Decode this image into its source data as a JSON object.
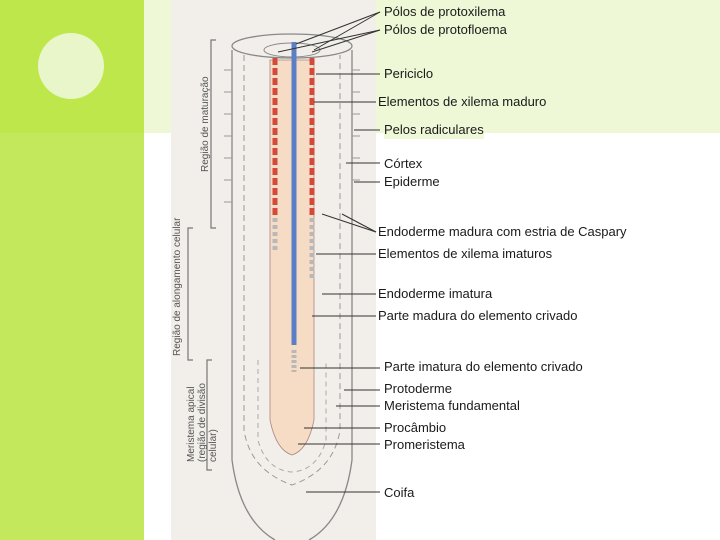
{
  "colors": {
    "lime": "#bde74a",
    "lime_light": "#c3e85c",
    "pale": "#eef7d6",
    "xylem_blue": "#5b7fc4",
    "phloem_red": "#d44a3a",
    "root_fill": "#f6dcc4"
  },
  "regions": {
    "maturation": "Região de maturação",
    "elongation": "Região de alongamento celular",
    "meristem": "Meristema apical (região de divisão celular)"
  },
  "labels": {
    "protoxylem": "Pólos de protoxilema",
    "protophloem": "Pólos de protofloema",
    "pericycle": "Periciclo",
    "mature_xylem": "Elementos de xilema maduro",
    "root_hairs": "Pelos radiculares",
    "cortex": "Córtex",
    "epidermis": "Epiderme",
    "mature_endodermis": "Endoderme madura com estria de Caspary",
    "immature_xylem": "Elementos de xilema imaturos",
    "immature_endodermis": "Endoderme imatura",
    "mature_sieve": "Parte madura do elemento crivado",
    "immature_sieve": "Parte imatura do elemento crivado",
    "protoderm": "Protoderme",
    "ground_meristem": "Meristema fundamental",
    "procambium": "Procâmbio",
    "promeristem": "Promeristema",
    "root_cap": "Coifa"
  }
}
